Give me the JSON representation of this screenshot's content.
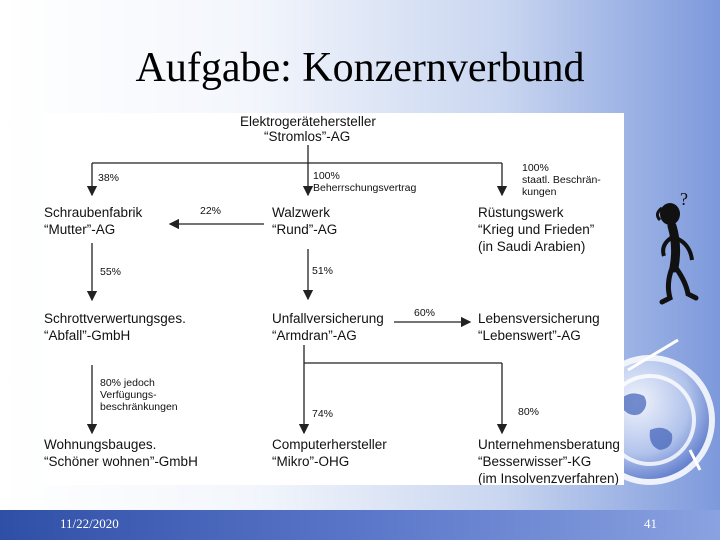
{
  "slide": {
    "title": "Aufgabe: Konzernverbund",
    "date": "11/22/2020",
    "page_number": "41"
  },
  "diagram": {
    "nodes": {
      "parent": {
        "line1": "Elektrogerätehersteller",
        "line2": "“Stromlos”-AG"
      },
      "schraubenfabrik": {
        "line1": "Schraubenfabrik",
        "line2": "“Mutter”-AG"
      },
      "walzwerk": {
        "line1": "Walzwerk",
        "line2": "“Rund”-AG"
      },
      "ruestungswerk": {
        "line1": "Rüstungswerk",
        "line2": "“Krieg und Frieden”",
        "line3": "(in Saudi Arabien)"
      },
      "schrott": {
        "line1": "Schrottverwertungsges.",
        "line2": "“Abfall”-GmbH"
      },
      "unfall": {
        "line1": "Unfallversicherung",
        "line2": "“Armdran”-AG"
      },
      "leben": {
        "line1": "Lebensversicherung",
        "line2": "“Lebenswert”-AG"
      },
      "wohnung": {
        "line1": "Wohnungsbauges.",
        "line2": "“Schöner wohnen”-GmbH"
      },
      "computer": {
        "line1": "Computerhersteller",
        "line2": "“Mikro”-OHG"
      },
      "beratung": {
        "line1": "Unternehmensberatung",
        "line2": "“Besserwisser”-KG",
        "line3": "(im Insolvenzverfahren)"
      }
    },
    "edges": {
      "to_schraube": {
        "pct": "38%"
      },
      "to_walzwerk": {
        "pct": "100%",
        "note": "Beherrschungsvertrag"
      },
      "to_ruestung": {
        "pct": "100%",
        "note1": "staatl. Beschrän-",
        "note2": "kungen"
      },
      "walz_to_schraube": {
        "pct": "22%"
      },
      "schraube_to_schrott": {
        "pct": "55%"
      },
      "walz_to_unfall": {
        "pct": "51%"
      },
      "unfall_to_leben": {
        "pct": "60%"
      },
      "schrott_to_wohnung": {
        "pct": "80% jedoch",
        "note1": "Verfügungs-",
        "note2": "beschränkungen"
      },
      "unfall_to_computer": {
        "pct": "74%"
      },
      "unfall_to_beratung": {
        "pct": "80%"
      }
    }
  },
  "decor": {
    "clipart": "thinking-person-icon",
    "question_mark": "?",
    "globe": "globe-icon",
    "accent_color": "#2f4fa6"
  }
}
